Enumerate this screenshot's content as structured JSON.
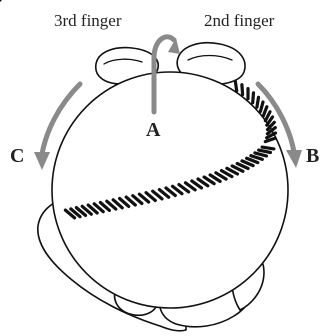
{
  "labels": {
    "third_finger": "3rd finger",
    "second_finger": "2nd finger",
    "arrow_a": "A",
    "arrow_b": "B",
    "arrow_c": "C"
  },
  "colors": {
    "arrow": "#8a8a8a",
    "ink": "#111111",
    "background": "#ffffff"
  }
}
